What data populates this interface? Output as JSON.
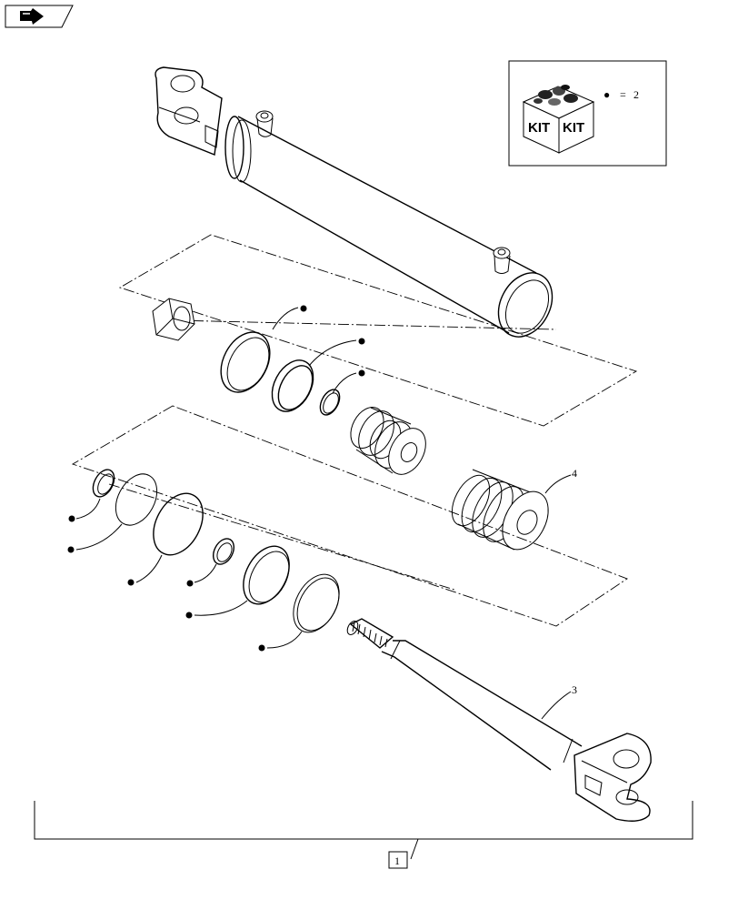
{
  "nav": {
    "icon": "next-page-arrow-icon"
  },
  "legend": {
    "kit_label_left": "KIT",
    "kit_label_right": "KIT",
    "marker": "●",
    "equals": "=",
    "kit_item": "2"
  },
  "callouts": {
    "piston": "4",
    "rod": "3",
    "assembly": "1"
  },
  "colors": {
    "line": "#000000",
    "background": "#ffffff"
  }
}
